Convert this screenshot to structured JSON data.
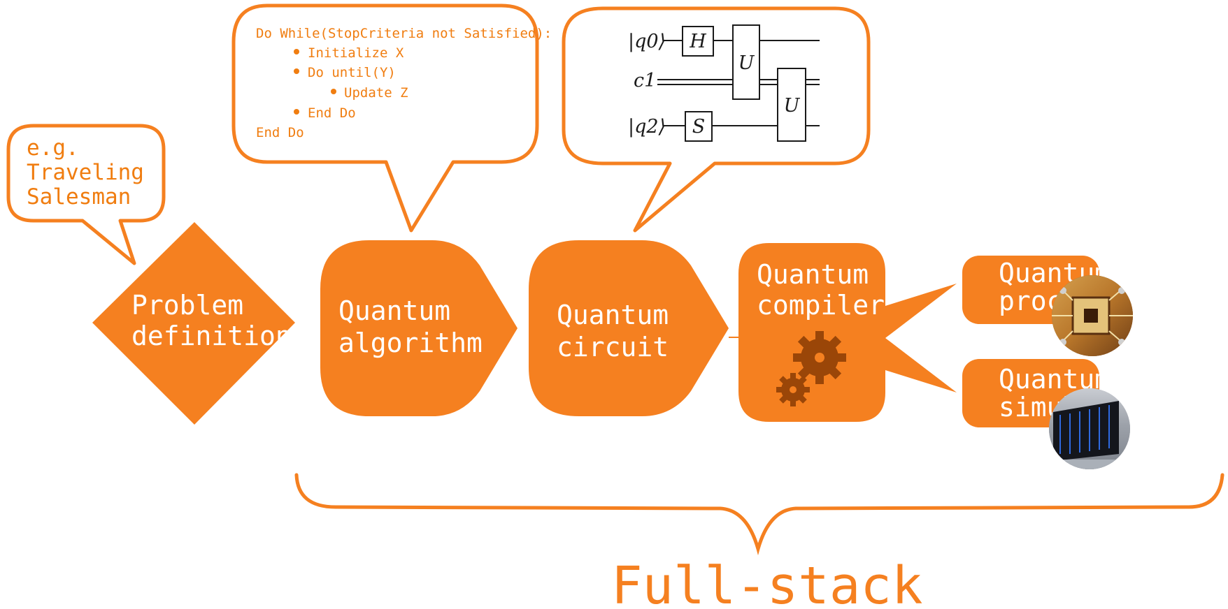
{
  "colors": {
    "accent": "#f58020",
    "bubble_stroke": "#f58020",
    "gear": "#9a4608",
    "circuit_line": "#1a1a1a"
  },
  "problem_bubble": {
    "lines": [
      "e.g.",
      "Traveling",
      "Salesman"
    ]
  },
  "algorithm_bubble": {
    "line1": "Do While(StopCriteria not Satisfied):",
    "bullet1": "Initialize X",
    "bullet2": "Do until(Y)",
    "bullet3": "Update Z",
    "bullet4": "End Do",
    "line_end": "End Do"
  },
  "circuit_bubble": {
    "wire_q0": "|q0⟩",
    "wire_c1": "c1",
    "wire_q2": "|q2⟩",
    "gate_h": "H",
    "gate_u1": "U",
    "gate_u2": "U",
    "gate_s": "S"
  },
  "stages": {
    "problem": [
      "Problem",
      "definition"
    ],
    "algorithm": [
      "Quantum",
      "algorithm"
    ],
    "circuit": [
      "Quantum",
      "circuit"
    ],
    "compiler": [
      "Quantum",
      "compiler"
    ],
    "processor": [
      "Quantum",
      "processor"
    ],
    "simulator": [
      "Quantum",
      "simulator"
    ]
  },
  "icons": {
    "gears": "gear-icon",
    "processor_photo": "chip-photo-icon",
    "simulator_photo": "server-rack-photo-icon"
  },
  "footer": {
    "label": "Full-stack"
  }
}
